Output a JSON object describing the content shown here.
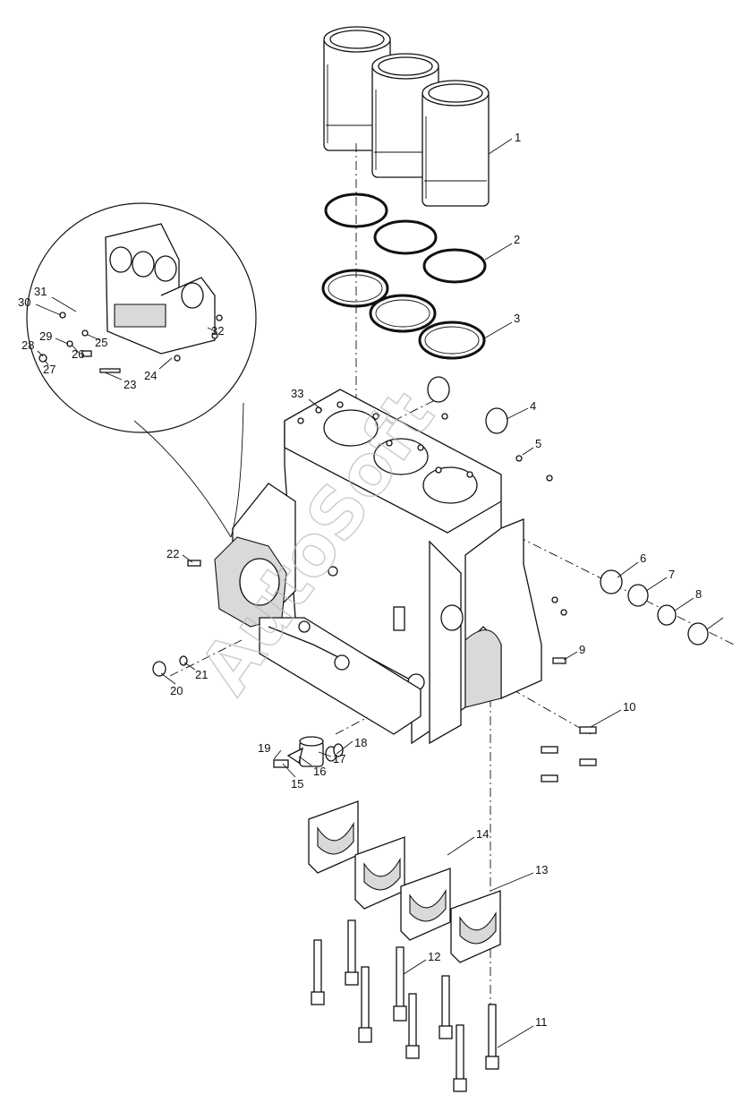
{
  "diagram": {
    "watermark": "AutoSoft",
    "callouts": [
      "1",
      "2",
      "3",
      "4",
      "5",
      "6",
      "7",
      "8",
      "9",
      "10",
      "11",
      "12",
      "13",
      "14",
      "15",
      "16",
      "17",
      "18",
      "19",
      "20",
      "21",
      "22",
      "23",
      "24",
      "25",
      "26",
      "27",
      "28",
      "29",
      "30",
      "31",
      "32",
      "33"
    ]
  }
}
